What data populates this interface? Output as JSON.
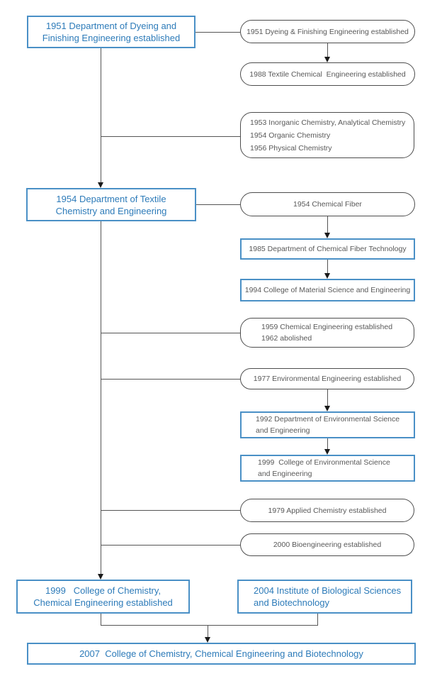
{
  "colors": {
    "blue_text": "#2d7bb9",
    "blue_border": "#4a90c6",
    "gray_text": "#595959",
    "gray_border": "#4d4d4d",
    "line": "#555555",
    "arrow": "#1a1a1a",
    "bg": "#ffffff"
  },
  "flowchart": {
    "type": "history-org-flowchart",
    "nodes": {
      "dyeing_dept": {
        "lines": [
          "1951 Department of Dyeing and",
          "Finishing Engineering established"
        ]
      },
      "dyeing_est": {
        "lines": [
          "1951 Dyeing & Finishing Engineering established"
        ]
      },
      "textile_chemical_eng": {
        "lines": [
          "1988 Textile Chemical  Engineering established"
        ]
      },
      "chemistry_courses": {
        "lines": [
          "1953 Inorganic Chemistry, Analytical Chemistry",
          "1954 Organic Chemistry",
          "1956 Physical Chemistry"
        ]
      },
      "textile_dept": {
        "lines": [
          "1954 Department of Textile",
          "Chemistry and Engineering"
        ]
      },
      "chemical_fiber": {
        "lines": [
          "1954 Chemical Fiber"
        ]
      },
      "chemical_fiber_dept": {
        "lines": [
          "1985 Department of Chemical Fiber Technology"
        ]
      },
      "material_college": {
        "lines": [
          "1994 College of Material Science and Engineering"
        ]
      },
      "chemical_eng": {
        "lines": [
          "1959 Chemical Engineering established",
          "1962 abolished"
        ]
      },
      "environmental_eng": {
        "lines": [
          "1977 Environmental Engineering established"
        ]
      },
      "environmental_dept": {
        "lines": [
          "1992 Department of Environmental Science",
          "and Engineering"
        ]
      },
      "environmental_college": {
        "lines": [
          "1999  College of Environmental Science",
          "and Engineering"
        ]
      },
      "applied_chemistry": {
        "lines": [
          "1979 Applied Chemistry established"
        ]
      },
      "bioengineering": {
        "lines": [
          "2000 Bioengineering established"
        ]
      },
      "chemistry_college": {
        "lines": [
          "1999   College of Chemistry,",
          "Chemical Engineering established"
        ]
      },
      "biological_institute": {
        "lines": [
          "2004 Institute of Biological Sciences",
          "and Biotechnology"
        ]
      },
      "final_college": {
        "lines": [
          "2007  College of Chemistry, Chemical Engineering and Biotechnology"
        ]
      }
    }
  }
}
